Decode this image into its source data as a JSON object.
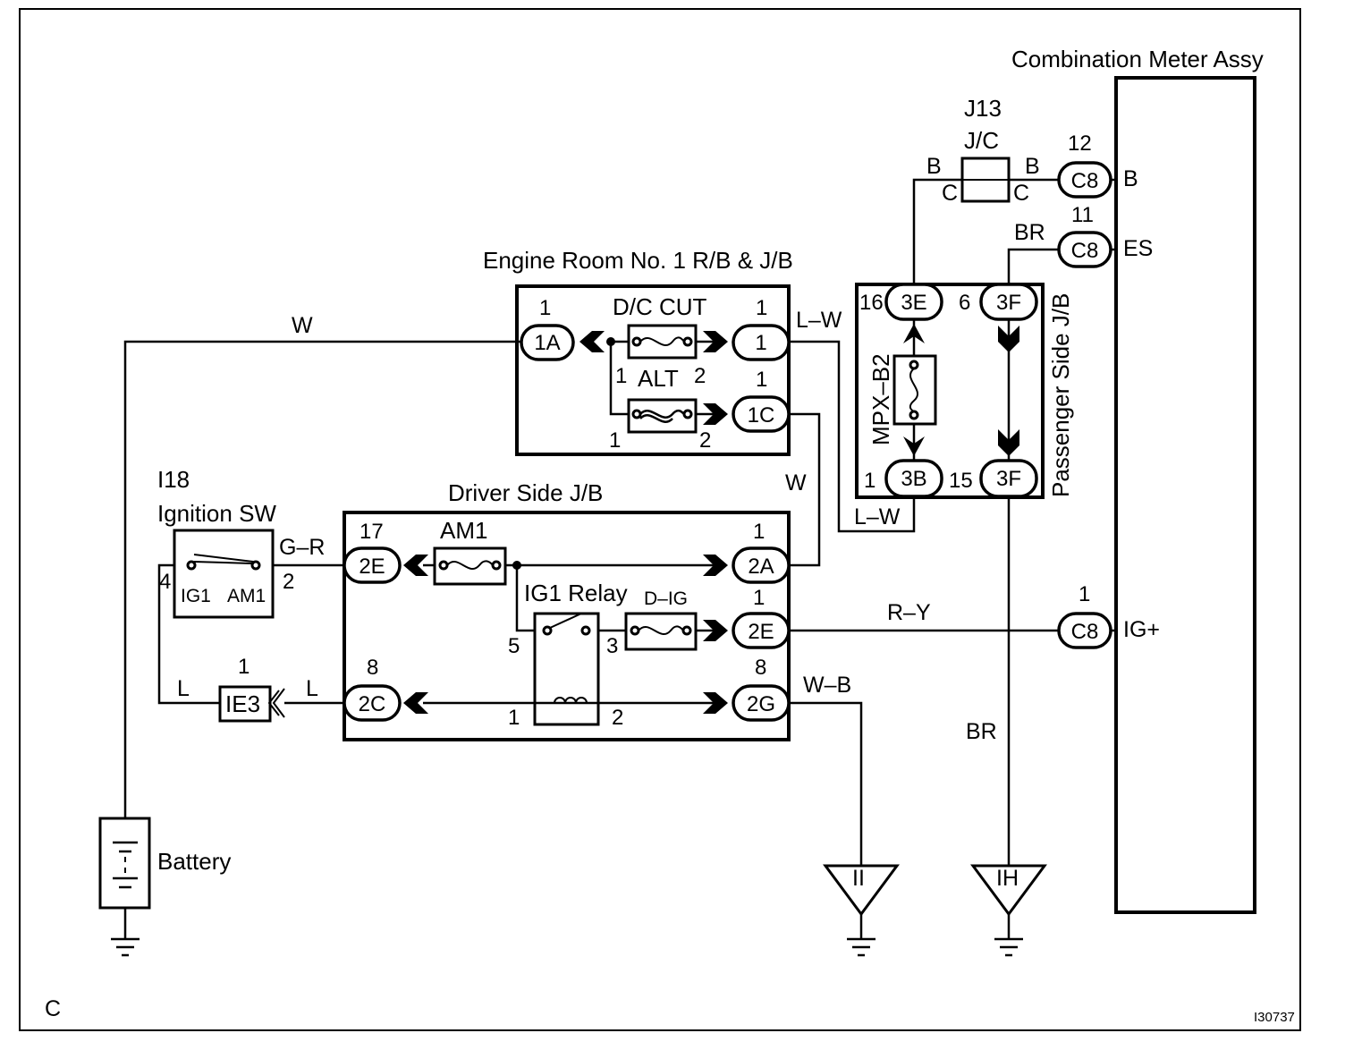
{
  "titles": {
    "combination_meter": "Combination Meter Assy",
    "engine_room_rb": "Engine Room No. 1 R/B & J/B",
    "driver_side_jb": "Driver Side J/B",
    "passenger_side_jb": "Passenger Side J/B",
    "ignition_sw_code": "I18",
    "ignition_sw": "Ignition SW",
    "battery": "Battery",
    "jc_code": "J13",
    "jc": "J/C"
  },
  "components": {
    "dc_cut": "D/C CUT",
    "alt": "ALT",
    "am1": "AM1",
    "ig1_relay": "IG1 Relay",
    "d_ig": "D–IG",
    "mpx_b2": "MPX–B2",
    "ie3": "IE3",
    "sw_ig1": "IG1",
    "sw_am1": "AM1"
  },
  "connectors": {
    "c_1a": "1A",
    "c_1": "1",
    "c_1c": "1C",
    "c_2e_left": "2E",
    "c_2a": "2A",
    "c_2e_right": "2E",
    "c_2c": "2C",
    "c_2g": "2G",
    "c_3e": "3E",
    "c_3f_top": "3F",
    "c_3b": "3B",
    "c_3f_bottom": "3F",
    "c_c8_b": "C8",
    "c_c8_es": "C8",
    "c_c8_ig": "C8"
  },
  "wires": {
    "w_left": "W",
    "lw_top": "L–W",
    "w_mid": "W",
    "lw_bottom": "L–W",
    "gr": "G–R",
    "l_left": "L",
    "l_right": "L",
    "ry": "R–Y",
    "wb": "W–B",
    "br_bottom": "BR",
    "br_top": "BR",
    "b_left": "B",
    "b_right": "B",
    "c_left": "C",
    "c_right": "C"
  },
  "pins": {
    "p1a": "1",
    "p_1": "1",
    "p_1c": "1",
    "p_dc2": "2",
    "p_alt1a": "1",
    "p_alt1b": "1",
    "p_alt2": "2",
    "p_17": "17",
    "p_2a": "1",
    "p_2e": "1",
    "p_8a": "8",
    "p_8b": "8",
    "p_relay5": "5",
    "p_relay3": "3",
    "p_relay1": "1",
    "p_relay2": "2",
    "p_sw4": "4",
    "p_sw2": "2",
    "p_ie3": "1",
    "p_16": "16",
    "p_6": "6",
    "p_1b": "1",
    "p_15": "15",
    "p_12": "12",
    "p_11": "11",
    "p_c8ig": "1"
  },
  "meter_terminals": {
    "b": "B",
    "es": "ES",
    "ig": "IG+"
  },
  "grounds": {
    "ii": "II",
    "ih": "IH"
  },
  "corner": {
    "section": "C",
    "figure_id": "I30737"
  }
}
